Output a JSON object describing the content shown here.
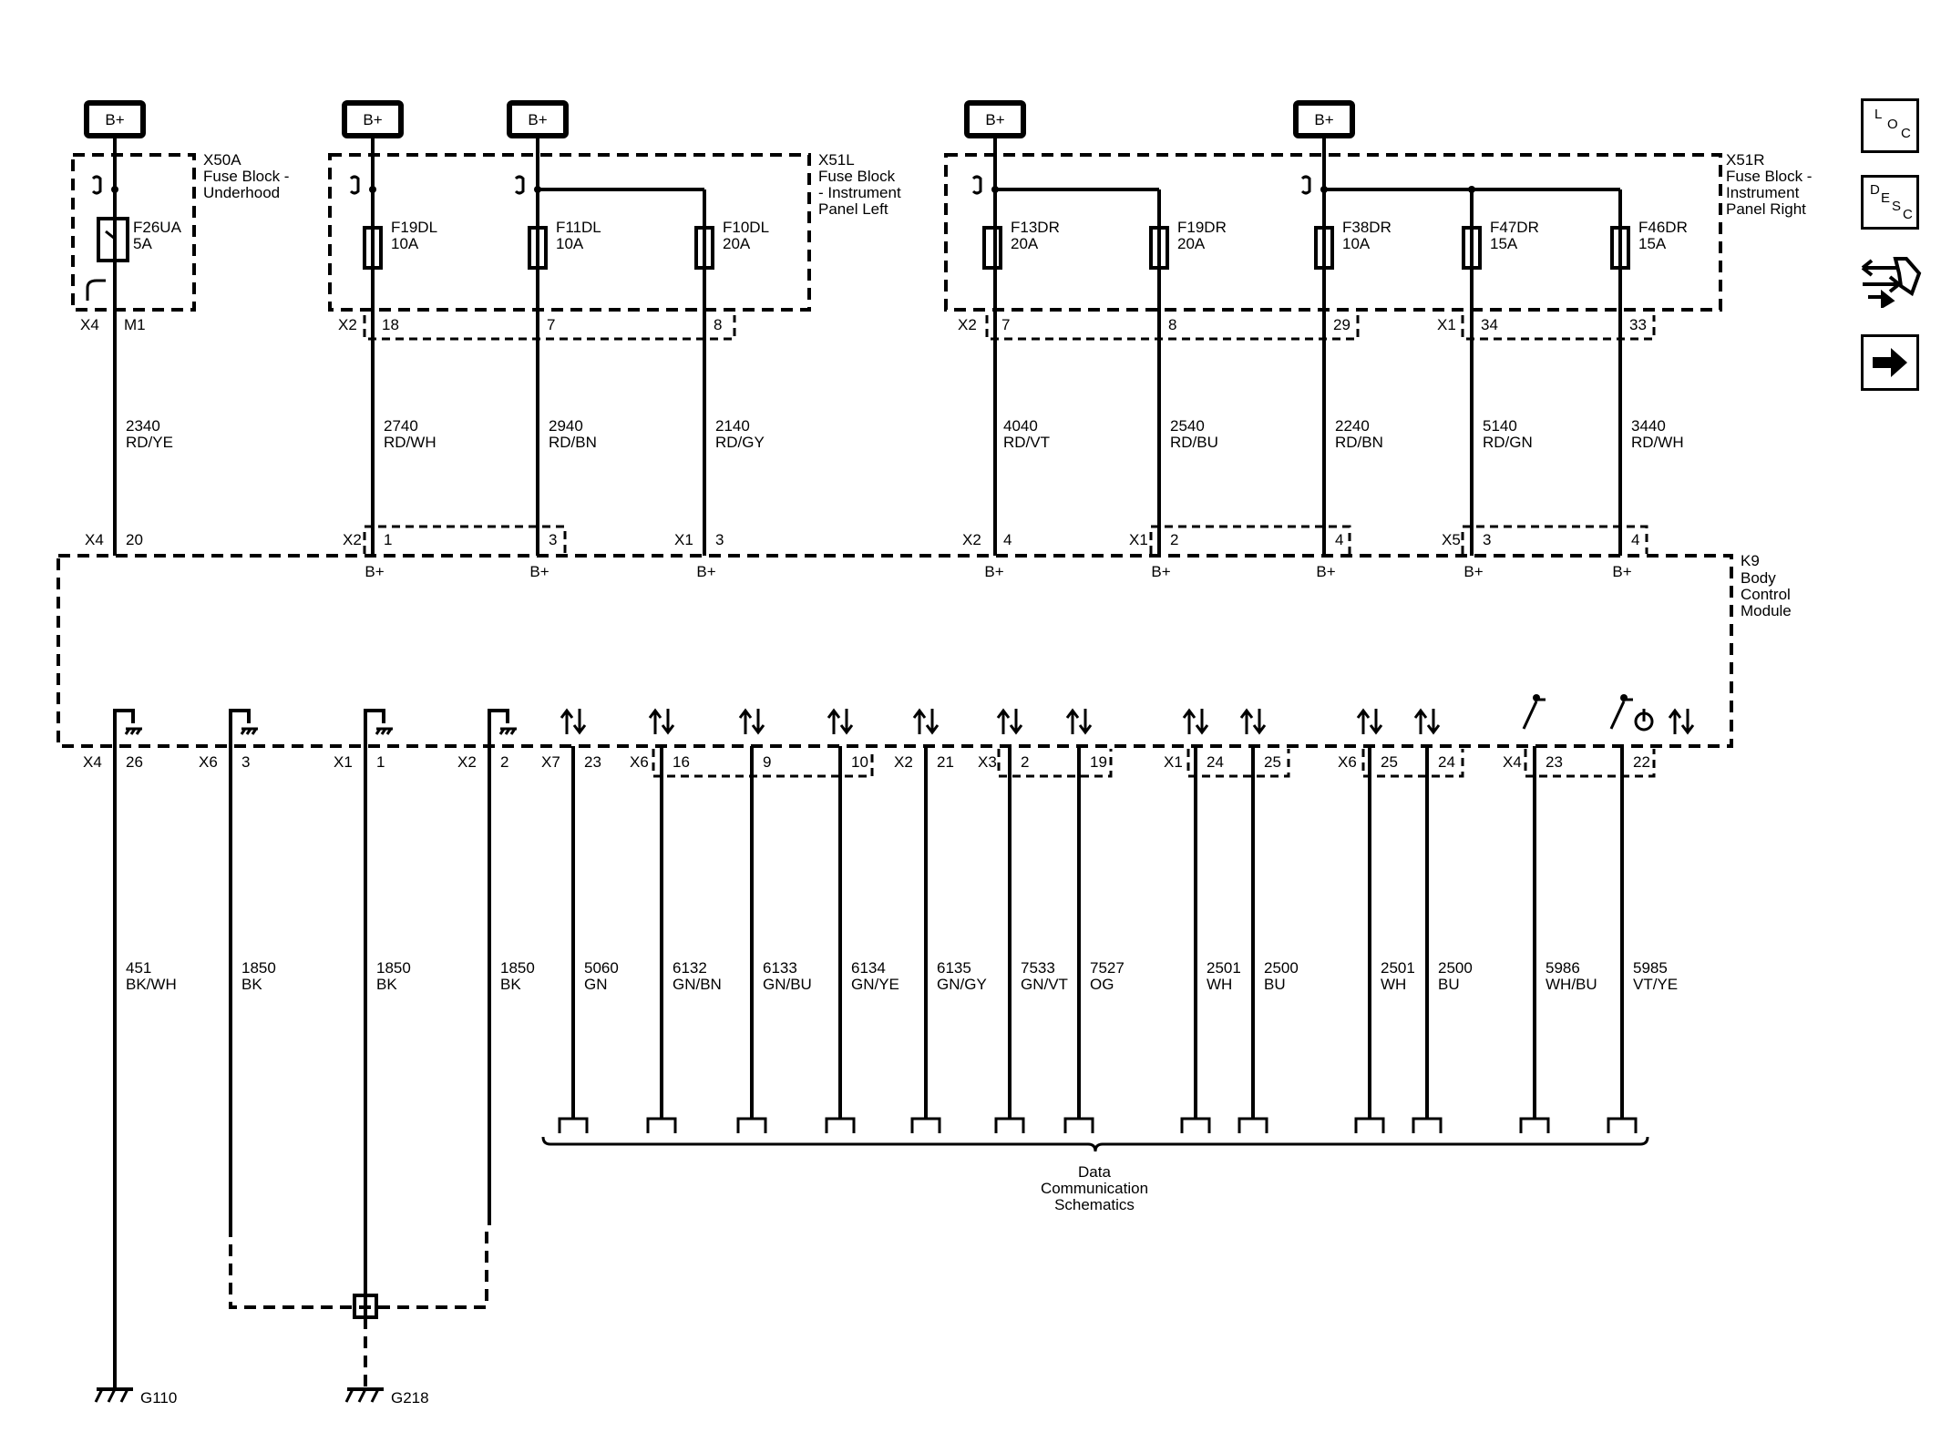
{
  "power_label": "B+",
  "fuse_blocks": [
    {
      "connector": "X50A",
      "name_lines": [
        "Fuse Block -",
        "Underhood"
      ]
    },
    {
      "connector": "X51L",
      "name_lines": [
        "Fuse Block",
        "- Instrument",
        "Panel Left"
      ]
    },
    {
      "connector": "X51R",
      "name_lines": [
        "Fuse Block -",
        "Instrument",
        "Panel Right"
      ]
    }
  ],
  "fuses": [
    {
      "id": "F26UA",
      "rating": "5A",
      "top_conn": "X4",
      "top_pin": "M1",
      "circuit": "2340",
      "color": "RD/YE",
      "bcm_conn": "X4",
      "bcm_pin": "20",
      "bcm_label": ""
    },
    {
      "id": "F19DL",
      "rating": "10A",
      "top_conn": "X2",
      "top_pin": "18",
      "circuit": "2740",
      "color": "RD/WH",
      "bcm_conn": "X2",
      "bcm_pin": "1",
      "bcm_label": "B+"
    },
    {
      "id": "F11DL",
      "rating": "10A",
      "top_conn": "",
      "top_pin": "7",
      "circuit": "2940",
      "color": "RD/BN",
      "bcm_conn": "",
      "bcm_pin": "3",
      "bcm_label": "B+"
    },
    {
      "id": "F10DL",
      "rating": "20A",
      "top_conn": "",
      "top_pin": "8",
      "circuit": "2140",
      "color": "RD/GY",
      "bcm_conn": "X1",
      "bcm_pin": "3",
      "bcm_label": "B+"
    },
    {
      "id": "F13DR",
      "rating": "20A",
      "top_conn": "X2",
      "top_pin": "7",
      "circuit": "4040",
      "color": "RD/VT",
      "bcm_conn": "X2",
      "bcm_pin": "4",
      "bcm_label": "B+"
    },
    {
      "id": "F19DR",
      "rating": "20A",
      "top_conn": "",
      "top_pin": "8",
      "circuit": "2540",
      "color": "RD/BU",
      "bcm_conn": "X1",
      "bcm_pin": "2",
      "bcm_label": "B+"
    },
    {
      "id": "F38DR",
      "rating": "10A",
      "top_conn": "",
      "top_pin": "29",
      "circuit": "2240",
      "color": "RD/BN",
      "bcm_conn": "",
      "bcm_pin": "4",
      "bcm_label": "B+"
    },
    {
      "id": "F47DR",
      "rating": "15A",
      "top_conn": "X1",
      "top_pin": "34",
      "circuit": "5140",
      "color": "RD/GN",
      "bcm_conn": "X5",
      "bcm_pin": "3",
      "bcm_label": "B+"
    },
    {
      "id": "F46DR",
      "rating": "15A",
      "top_conn": "",
      "top_pin": "33",
      "circuit": "3440",
      "color": "RD/WH",
      "bcm_conn": "",
      "bcm_pin": "4",
      "bcm_label": "B+"
    }
  ],
  "module": {
    "ref": "K9",
    "name_lines": [
      "Body",
      "Control",
      "Module"
    ]
  },
  "lower_pins": [
    {
      "conn": "X4",
      "pin": "26",
      "circuit": "451",
      "color": "BK/WH"
    },
    {
      "conn": "X6",
      "pin": "3",
      "circuit": "1850",
      "color": "BK"
    },
    {
      "conn": "X1",
      "pin": "1",
      "circuit": "1850",
      "color": "BK"
    },
    {
      "conn": "X2",
      "pin": "2",
      "circuit": "1850",
      "color": "BK"
    },
    {
      "conn": "X7",
      "pin": "23",
      "circuit": "5060",
      "color": "GN"
    },
    {
      "conn": "X6",
      "pin": "16",
      "circuit": "6132",
      "color": "GN/BN"
    },
    {
      "conn": "",
      "pin": "9",
      "circuit": "6133",
      "color": "GN/BU"
    },
    {
      "conn": "",
      "pin": "10",
      "circuit": "6134",
      "color": "GN/YE"
    },
    {
      "conn": "X2",
      "pin": "21",
      "circuit": "6135",
      "color": "GN/GY"
    },
    {
      "conn": "X3",
      "pin": "2",
      "circuit": "7533",
      "color": "GN/VT"
    },
    {
      "conn": "",
      "pin": "19",
      "circuit": "7527",
      "color": "OG"
    },
    {
      "conn": "X1",
      "pin": "24",
      "circuit": "2501",
      "color": "WH"
    },
    {
      "conn": "",
      "pin": "25",
      "circuit": "2500",
      "color": "BU"
    },
    {
      "conn": "X6",
      "pin": "25",
      "circuit": "2501",
      "color": "WH"
    },
    {
      "conn": "",
      "pin": "24",
      "circuit": "2500",
      "color": "BU"
    },
    {
      "conn": "X4",
      "pin": "23",
      "circuit": "5986",
      "color": "WH/BU"
    },
    {
      "conn": "",
      "pin": "22",
      "circuit": "5985",
      "color": "VT/YE"
    }
  ],
  "grounds": [
    "G110",
    "G218"
  ],
  "data_comm_lines": [
    "Data",
    "Communication",
    "Schematics"
  ],
  "nav": {
    "loc": [
      "L",
      "O",
      "C"
    ],
    "desc": [
      "D",
      "E",
      "S",
      "C"
    ]
  }
}
